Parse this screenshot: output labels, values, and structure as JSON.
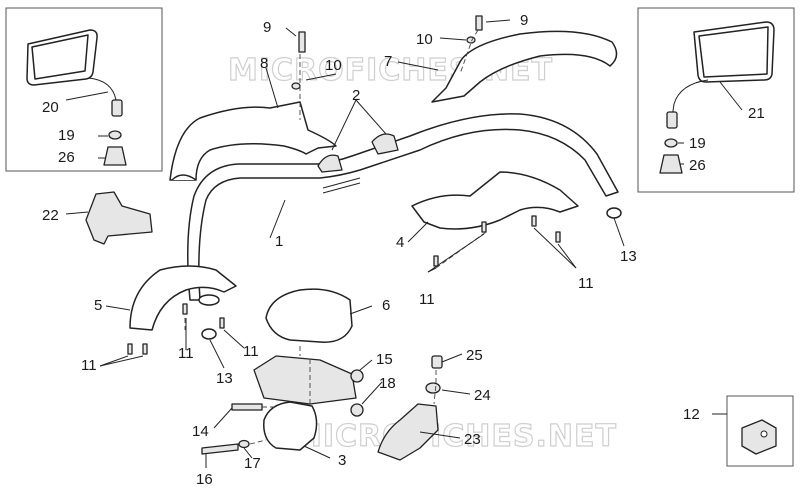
{
  "watermarks": [
    "MICROFICHES.NET",
    "MICROFICHES.NET"
  ],
  "callouts": {
    "c1": "1",
    "c2": "2",
    "c3": "3",
    "c4": "4",
    "c5": "5",
    "c6": "6",
    "c7": "7",
    "c8": "8",
    "c9a": "9",
    "c9b": "9",
    "c10a": "10",
    "c10b": "10",
    "c11a": "11",
    "c11b": "11",
    "c11c": "11",
    "c11d": "11",
    "c11e": "11",
    "c12": "12",
    "c13a": "13",
    "c13b": "13",
    "c14": "14",
    "c15": "15",
    "c16": "16",
    "c17": "17",
    "c18": "18",
    "c19a": "19",
    "c19b": "19",
    "c20": "20",
    "c21": "21",
    "c22": "22",
    "c23": "23",
    "c24": "24",
    "c25": "25",
    "c26a": "26",
    "c26b": "26"
  }
}
